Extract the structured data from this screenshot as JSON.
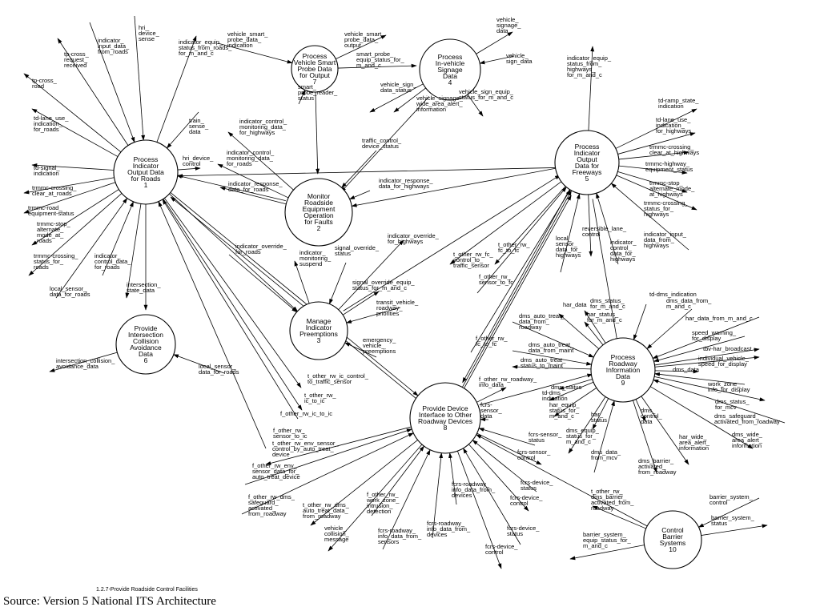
{
  "processes": [
    {
      "id": "p1",
      "label": [
        "Process",
        "Indicator",
        "Output Data",
        "for Roads",
        "1"
      ]
    },
    {
      "id": "p2",
      "label": [
        "Monitor",
        "Roadside",
        "Equipment",
        "Operation",
        "for Faults",
        "2"
      ]
    },
    {
      "id": "p3",
      "label": [
        "Manage",
        "Indicator",
        "Preemptions",
        "3"
      ]
    },
    {
      "id": "p4",
      "label": [
        "Process",
        "In-vehicle",
        "Signage",
        "Data",
        "4"
      ]
    },
    {
      "id": "p5",
      "label": [
        "Process",
        "Indicator",
        "Output",
        "Data for",
        "Freeways",
        "5"
      ]
    },
    {
      "id": "p6",
      "label": [
        "Provide",
        "Intersection",
        "Collision",
        "Avoidance",
        "Data",
        "6"
      ]
    },
    {
      "id": "p7",
      "label": [
        "Process",
        "Vehicle Smart",
        "Probe Data",
        "for Output",
        "7"
      ]
    },
    {
      "id": "p8",
      "label": [
        "Provide Device",
        "Interface to Other",
        "Roadway Devices",
        "8"
      ]
    },
    {
      "id": "p9",
      "label": [
        "Process",
        "Roadway",
        "Information",
        "Data",
        "9"
      ]
    },
    {
      "id": "p10",
      "label": [
        "Control",
        "Barrier",
        "Systems",
        "10"
      ]
    }
  ],
  "flows": [
    {
      "label": [
        "indicator_",
        "input_data_",
        "from_roads"
      ]
    },
    {
      "label": [
        "hri_",
        "device_",
        "sense"
      ]
    },
    {
      "label": [
        "tp-cross_",
        "request_",
        "received"
      ]
    },
    {
      "label": [
        "tp-cross_",
        "road"
      ]
    },
    {
      "label": [
        "indicator_equip_",
        "status_from_roads_",
        "for_m_and_c"
      ]
    },
    {
      "label": [
        "td-lane_use_",
        "indication_",
        "for_roads"
      ]
    },
    {
      "label": [
        "train_",
        "sense_",
        "data"
      ]
    },
    {
      "label": [
        "hri_device_",
        "control"
      ]
    },
    {
      "label": [
        "td-signal_",
        "indication"
      ]
    },
    {
      "label": [
        "trmmc-crossing_",
        "clear_at_roads"
      ]
    },
    {
      "label": [
        "trmmc-road_",
        "equipment-status"
      ]
    },
    {
      "label": [
        "trmmc-stop_",
        "alternate_",
        "mode_at_",
        "roads"
      ]
    },
    {
      "label": [
        "trmmc-crossing_",
        "status_for_",
        "roads"
      ]
    },
    {
      "label": [
        "indicator_",
        "control_data_",
        "for_roads"
      ]
    },
    {
      "label": [
        "local_sensor_",
        "data_for_roads"
      ]
    },
    {
      "label": [
        "intersection_",
        "state_data"
      ]
    },
    {
      "label": [
        "intersection_collision_",
        "avoidance_data"
      ]
    },
    {
      "label": [
        "local_sensor_",
        "data_for_roads"
      ]
    },
    {
      "label": [
        "vehicle_smart_",
        "probe_data_",
        "indication"
      ]
    },
    {
      "label": [
        "vehicle_smart_",
        "probe_data_",
        "output"
      ]
    },
    {
      "label": [
        "smart_probe_",
        "equip_status_for_",
        "m_and_c"
      ]
    },
    {
      "label": [
        "smart_",
        "probe_reader_",
        "status"
      ]
    },
    {
      "label": [
        "vehicle_",
        "signage_",
        "data"
      ]
    },
    {
      "label": [
        "vehicle_",
        "sign_data"
      ]
    },
    {
      "label": [
        "vehicle_sign_",
        "data_status"
      ]
    },
    {
      "label": [
        "vehicle_sign_equip_",
        "status_for_m_and_c"
      ]
    },
    {
      "label": [
        "vehicle_signage_",
        "wide_area_alert_",
        "information"
      ]
    },
    {
      "label": [
        "indicator_control_",
        "monitoring_data_",
        "for_highways"
      ]
    },
    {
      "label": [
        "indicator_control_",
        "monitoring_data_",
        "for_roads"
      ]
    },
    {
      "label": [
        "indicator_response_",
        "data_for_roads"
      ]
    },
    {
      "label": [
        "traffic_control_",
        "device_status"
      ]
    },
    {
      "label": [
        "indicator_response_",
        "data_for_highways"
      ]
    },
    {
      "label": [
        "indicator_override_",
        "for_roads"
      ]
    },
    {
      "label": [
        "indicator_",
        "monitoring_",
        "suspend"
      ]
    },
    {
      "label": [
        "signal_override_",
        "status"
      ]
    },
    {
      "label": [
        "indicator_override_",
        "for_highways"
      ]
    },
    {
      "label": [
        "signal_override_equip_",
        "status_for_m_and_c"
      ]
    },
    {
      "label": [
        "transit_vehicle_",
        "roadway_",
        "priorities"
      ]
    },
    {
      "label": [
        "emergency_",
        "vehicle_",
        "preemptions"
      ]
    },
    {
      "label": [
        "indicator_equip_",
        "status_from_",
        "highways_",
        "for_m_and_c"
      ]
    },
    {
      "label": [
        "td-ramp_state_",
        "indication"
      ]
    },
    {
      "label": [
        "td-lane_use_",
        "indication_",
        "for_highways"
      ]
    },
    {
      "label": [
        "trmmc-crossing_",
        "clear_at_highways"
      ]
    },
    {
      "label": [
        "trmmc-highway_",
        "equipment_status"
      ]
    },
    {
      "label": [
        "trmmc-stop_",
        "alternate_mode_",
        "at_highways"
      ]
    },
    {
      "label": [
        "trmmc-crossing_",
        "status_for_",
        "highways"
      ]
    },
    {
      "label": [
        "indicator_input_",
        "data_from_",
        "highways"
      ]
    },
    {
      "label": [
        "indicator_",
        "control_",
        "data_for_",
        "highways"
      ]
    },
    {
      "label": [
        "reversible_lane_",
        "control"
      ]
    },
    {
      "label": [
        "local_",
        "sensor_",
        "data_for_",
        "highways"
      ]
    },
    {
      "label": [
        "t_other_rw_fc_",
        "control_to_",
        "traffic_sensor"
      ]
    },
    {
      "label": [
        "t_other_rw_",
        "fc_to_fc"
      ]
    },
    {
      "label": [
        "f_other_rw_",
        "sensor_to_fc"
      ]
    },
    {
      "label": [
        "f_other_rw_",
        "fc_to_fc"
      ]
    },
    {
      "label": [
        "t_other_rw_ic_control_",
        "to_traffic_sensor"
      ]
    },
    {
      "label": [
        "t_other_rw_",
        "ic_to_ic"
      ]
    },
    {
      "label": [
        "f_other_rw_ic_to_ic"
      ]
    },
    {
      "label": [
        "f_other_rw_",
        "sensor_to_ic"
      ]
    },
    {
      "label": [
        "t_other_rw_env_sensor_",
        "control_by_auto_treat_",
        "device"
      ]
    },
    {
      "label": [
        "f_other_rw_env_",
        "sensor_data_for_",
        "auto_treat_device"
      ]
    },
    {
      "label": [
        "f_other_rw_dms_",
        "safeguard_",
        "activated_",
        "from_roadway"
      ]
    },
    {
      "label": [
        "t_other_rw_dms_",
        "auto_treat_data_",
        "from_roadway"
      ]
    },
    {
      "label": [
        "vehicle_",
        "collision_",
        "message"
      ]
    },
    {
      "label": [
        "f_other_rw_",
        "work_zone_",
        "intrusion_",
        "detection"
      ]
    },
    {
      "label": [
        "fcrs-roadway_",
        "info_data_from_",
        "sensors"
      ]
    },
    {
      "label": [
        "fcrs-roadway_",
        "info_data_from_",
        "devices"
      ]
    },
    {
      "label": [
        "fcrs-roadway_",
        "info_data_from_",
        "devices"
      ]
    },
    {
      "label": [
        "fcrs-device_",
        "control"
      ]
    },
    {
      "label": [
        "fcrs-device_",
        "status"
      ]
    },
    {
      "label": [
        "fcrs-device_",
        "control"
      ]
    },
    {
      "label": [
        "fcrs-device_",
        "status"
      ]
    },
    {
      "label": [
        "fcrs-sensor_",
        "control"
      ]
    },
    {
      "label": [
        "fcrs-sensor_",
        "status"
      ]
    },
    {
      "label": [
        "fcrs-",
        "sensor_",
        "data"
      ]
    },
    {
      "label": [
        "f_other_rw_roadway_",
        "info_data"
      ]
    },
    {
      "label": [
        "t_other_rw_",
        "dms_barrier_",
        "activated_from_",
        "roadway"
      ]
    },
    {
      "label": [
        "dms_auto_treat_",
        "data_from_",
        "roadway"
      ]
    },
    {
      "label": [
        "dms_auto_treat_",
        "data_from_maint"
      ]
    },
    {
      "label": [
        "dms_auto_treat_",
        "status_to_maint"
      ]
    },
    {
      "label": [
        "har_data"
      ]
    },
    {
      "label": [
        "har_status_",
        "for_m_and_c"
      ]
    },
    {
      "label": [
        "dms_status_",
        "for_m_and_c"
      ]
    },
    {
      "label": [
        "td-dms_indication"
      ]
    },
    {
      "label": [
        "dms_data_from_",
        "m_and_c"
      ]
    },
    {
      "label": [
        "har_data_from_m_and_c"
      ]
    },
    {
      "label": [
        "speed_warning_",
        "for_display"
      ]
    },
    {
      "label": [
        "tbv-har_broadcast"
      ]
    },
    {
      "label": [
        "individual_vehicle_",
        "speed_for_display"
      ]
    },
    {
      "label": [
        "dms_data"
      ]
    },
    {
      "label": [
        "work_zone_",
        "info_for_display"
      ]
    },
    {
      "label": [
        "dms_status_",
        "for_mcv"
      ]
    },
    {
      "label": [
        "dms_safeguard_",
        "activated_from_roadway"
      ]
    },
    {
      "label": [
        "dms_wide_",
        "area_alert_",
        "information"
      ]
    },
    {
      "label": [
        "har_wide_",
        "area_alert_",
        "information"
      ]
    },
    {
      "label": [
        "dms_barrier_",
        "activated_",
        "from_roadway"
      ]
    },
    {
      "label": [
        "dms_data_",
        "from_mcv"
      ]
    },
    {
      "label": [
        "dms_",
        "control_",
        "data"
      ]
    },
    {
      "label": [
        "har_",
        "status"
      ]
    },
    {
      "label": [
        "dms_equip_",
        "status_for_",
        "m_and_c"
      ]
    },
    {
      "label": [
        "har_equip_",
        "status_for_",
        "m_and_c"
      ]
    },
    {
      "label": [
        "td-dms_",
        "indication"
      ]
    },
    {
      "label": [
        "dms_status"
      ]
    },
    {
      "label": [
        "barrier_system_",
        "control"
      ]
    },
    {
      "label": [
        "barrier_system_",
        "status"
      ]
    },
    {
      "label": [
        "barrier_system_",
        "equip_status_for_",
        "m_and_c"
      ]
    }
  ],
  "caption": "1.2.7-Provide Roadside Control Facilities",
  "source": "Source: Version 5 National ITS Architecture"
}
